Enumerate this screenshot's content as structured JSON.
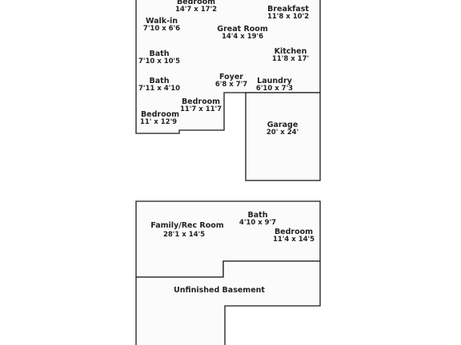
{
  "rooms": {
    "bedroom_primary": {
      "name": "Bedroom",
      "dims": "14'7 x 17'2"
    },
    "breakfast": {
      "name": "Breakfast",
      "dims": "11'8 x 10'2"
    },
    "walk_in": {
      "name": "Walk-in",
      "dims": "7'10 x 6'6"
    },
    "great_room": {
      "name": "Great Room",
      "dims": "14'4 x 19'6"
    },
    "bath_1": {
      "name": "Bath",
      "dims": "7'10 x 10'5"
    },
    "kitchen": {
      "name": "Kitchen",
      "dims": "11'8 x 17'"
    },
    "bath_2": {
      "name": "Bath",
      "dims": "7'11 x 4'10"
    },
    "foyer": {
      "name": "Foyer",
      "dims": "6'8 x 7'7"
    },
    "laundry": {
      "name": "Laundry",
      "dims": "6'10 x 7'3"
    },
    "bedroom_2": {
      "name": "Bedroom",
      "dims": "11'7 x 11'7"
    },
    "bedroom_3": {
      "name": "Bedroom",
      "dims": "11' x 12'9"
    },
    "garage": {
      "name": "Garage",
      "dims": "20' x 24'"
    },
    "family_rec": {
      "name": "Family/Rec Room",
      "dims": "28'1 x 14'5"
    },
    "bath_lower": {
      "name": "Bath",
      "dims": "4'10 x 9'7"
    },
    "bedroom_lower": {
      "name": "Bedroom",
      "dims": "11'4 x 14'5"
    },
    "unfinished_basement": {
      "name": "Unfinished Basement"
    }
  }
}
